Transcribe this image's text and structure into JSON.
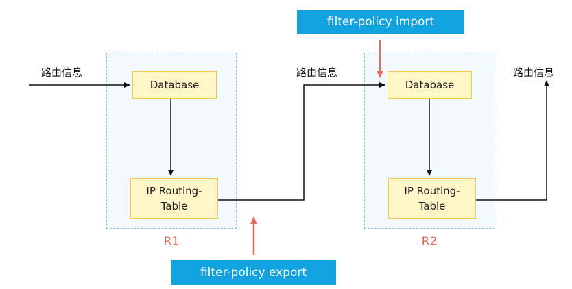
{
  "route_info_label": "路由信息",
  "routers": [
    {
      "name": "R1",
      "database_label": "Database",
      "routing_table_label": "IP Routing-\nTable"
    },
    {
      "name": "R2",
      "database_label": "Database",
      "routing_table_label": "IP Routing-\nTable"
    }
  ],
  "policies": {
    "import_label": "filter-policy import",
    "export_label": "filter-policy export"
  },
  "colors": {
    "zone_border": "#7ec8e3",
    "box_fill": "#fff6c7",
    "box_border": "#f2c94c",
    "router_name": "#ea6b57",
    "policy_fill": "#10a3e0",
    "policy_arrow": "#ea6b57"
  }
}
